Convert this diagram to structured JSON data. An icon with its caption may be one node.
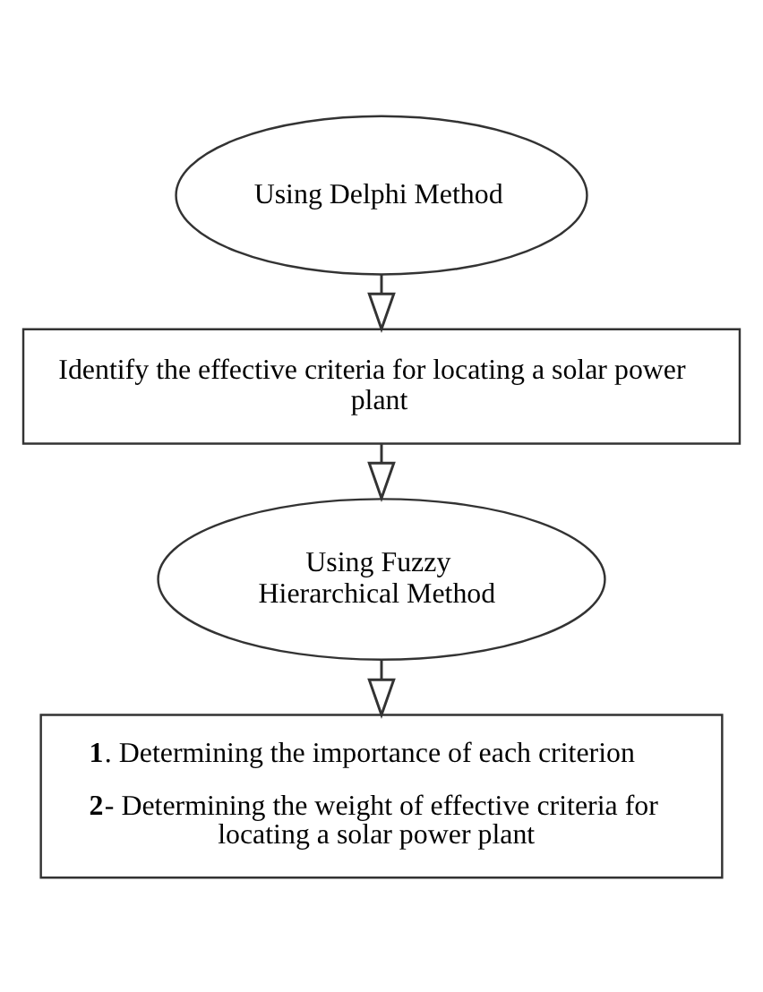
{
  "diagram": {
    "nodes": [
      {
        "text": [
          "Using Delphi Method"
        ]
      },
      {
        "text": [
          "Identify the effective criteria for locating a solar power plant"
        ]
      },
      {
        "text": [
          "Using Fuzzy Hierarchical Method"
        ]
      },
      {
        "text": [
          "**1**. Determining the importance of each criterion",
          "**2**- Determining the weight of effective criteria for locating a solar power plant"
        ]
      }
    ],
    "edges": [
      {
        "from": 0,
        "to": 1,
        "arrow": "to"
      },
      {
        "from": 1,
        "to": 2,
        "arrow": "to"
      },
      {
        "from": 2,
        "to": 3,
        "arrow": "to"
      }
    ]
  }
}
